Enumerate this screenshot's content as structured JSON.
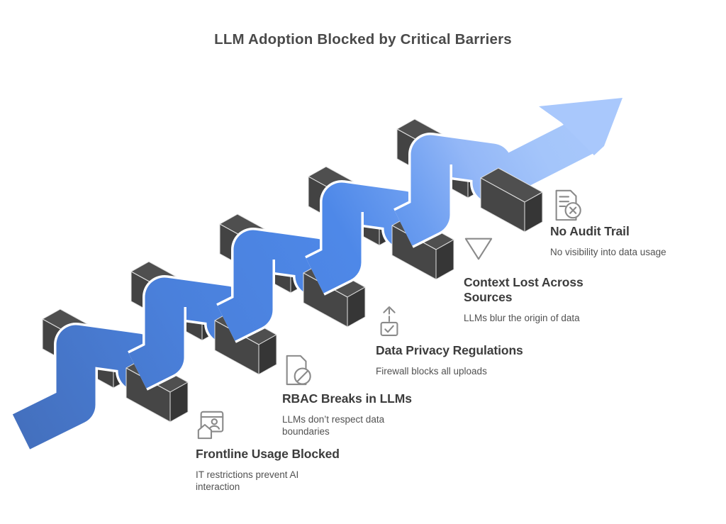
{
  "page_title": "LLM Adoption Blocked by Critical Barriers",
  "colors": {
    "ribbon_start": "#4470BE",
    "ribbon_mid": "#4E88E8",
    "ribbon_end": "#A9C8FC",
    "ribbon_edge_highlight": "#FFFFFF",
    "block_top": "#4F4F4F",
    "block_front": "#434343",
    "block_side": "#363636",
    "block_edge": "#E2E2E2",
    "title_text": "#4A4A4A",
    "heading_text": "#3C3C3C",
    "body_text": "#515151",
    "icon_stroke": "#8A8A8A",
    "background": "#FFFFFF"
  },
  "barriers": [
    {
      "title": "Frontline Usage Blocked",
      "description": "IT restrictions prevent AI interaction",
      "icon": "user-window-home-icon"
    },
    {
      "title": "RBAC Breaks in LLMs",
      "description": "LLMs don’t respect data boundaries",
      "icon": "document-blocked-icon"
    },
    {
      "title": "Data Privacy Regulations",
      "description": "Firewall blocks all uploads",
      "icon": "upload-check-icon"
    },
    {
      "title": "Context Lost Across Sources",
      "description": "LLMs blur the origin of data",
      "icon": "funnel-icon"
    },
    {
      "title": "No Audit Trail",
      "description": "No visibility into data usage",
      "icon": "document-error-icon"
    }
  ]
}
